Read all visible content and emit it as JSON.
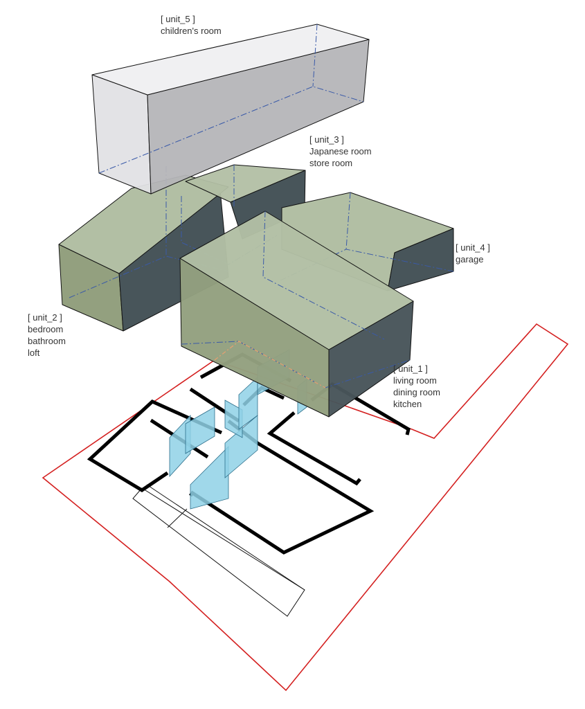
{
  "units": [
    {
      "id": "unit_5",
      "tag": "[ unit_5 ]",
      "rooms": [
        "children's room"
      ]
    },
    {
      "id": "unit_3",
      "tag": "[ unit_3 ]",
      "rooms": [
        "Japanese room",
        "store room"
      ]
    },
    {
      "id": "unit_4",
      "tag": "[ unit_4 ]",
      "rooms": [
        "garage"
      ]
    },
    {
      "id": "unit_2",
      "tag": "[ unit_2 ]",
      "rooms": [
        "bedroom",
        "bathroom",
        "loft"
      ]
    },
    {
      "id": "unit_1",
      "tag": "[ unit_1 ]",
      "rooms": [
        "living room",
        "dining room",
        "kitchen"
      ]
    }
  ],
  "colors": {
    "site_boundary": "#d42020",
    "volume_green_top": "#b2bfa4",
    "volume_green_side": "#93a07f",
    "volume_dark_side": "#48555a",
    "unit5_top": "#f0f0f2",
    "unit5_side": "#b5b5b8",
    "glass": "#8fd1e6",
    "hidden_line": "#3a5aa8"
  }
}
